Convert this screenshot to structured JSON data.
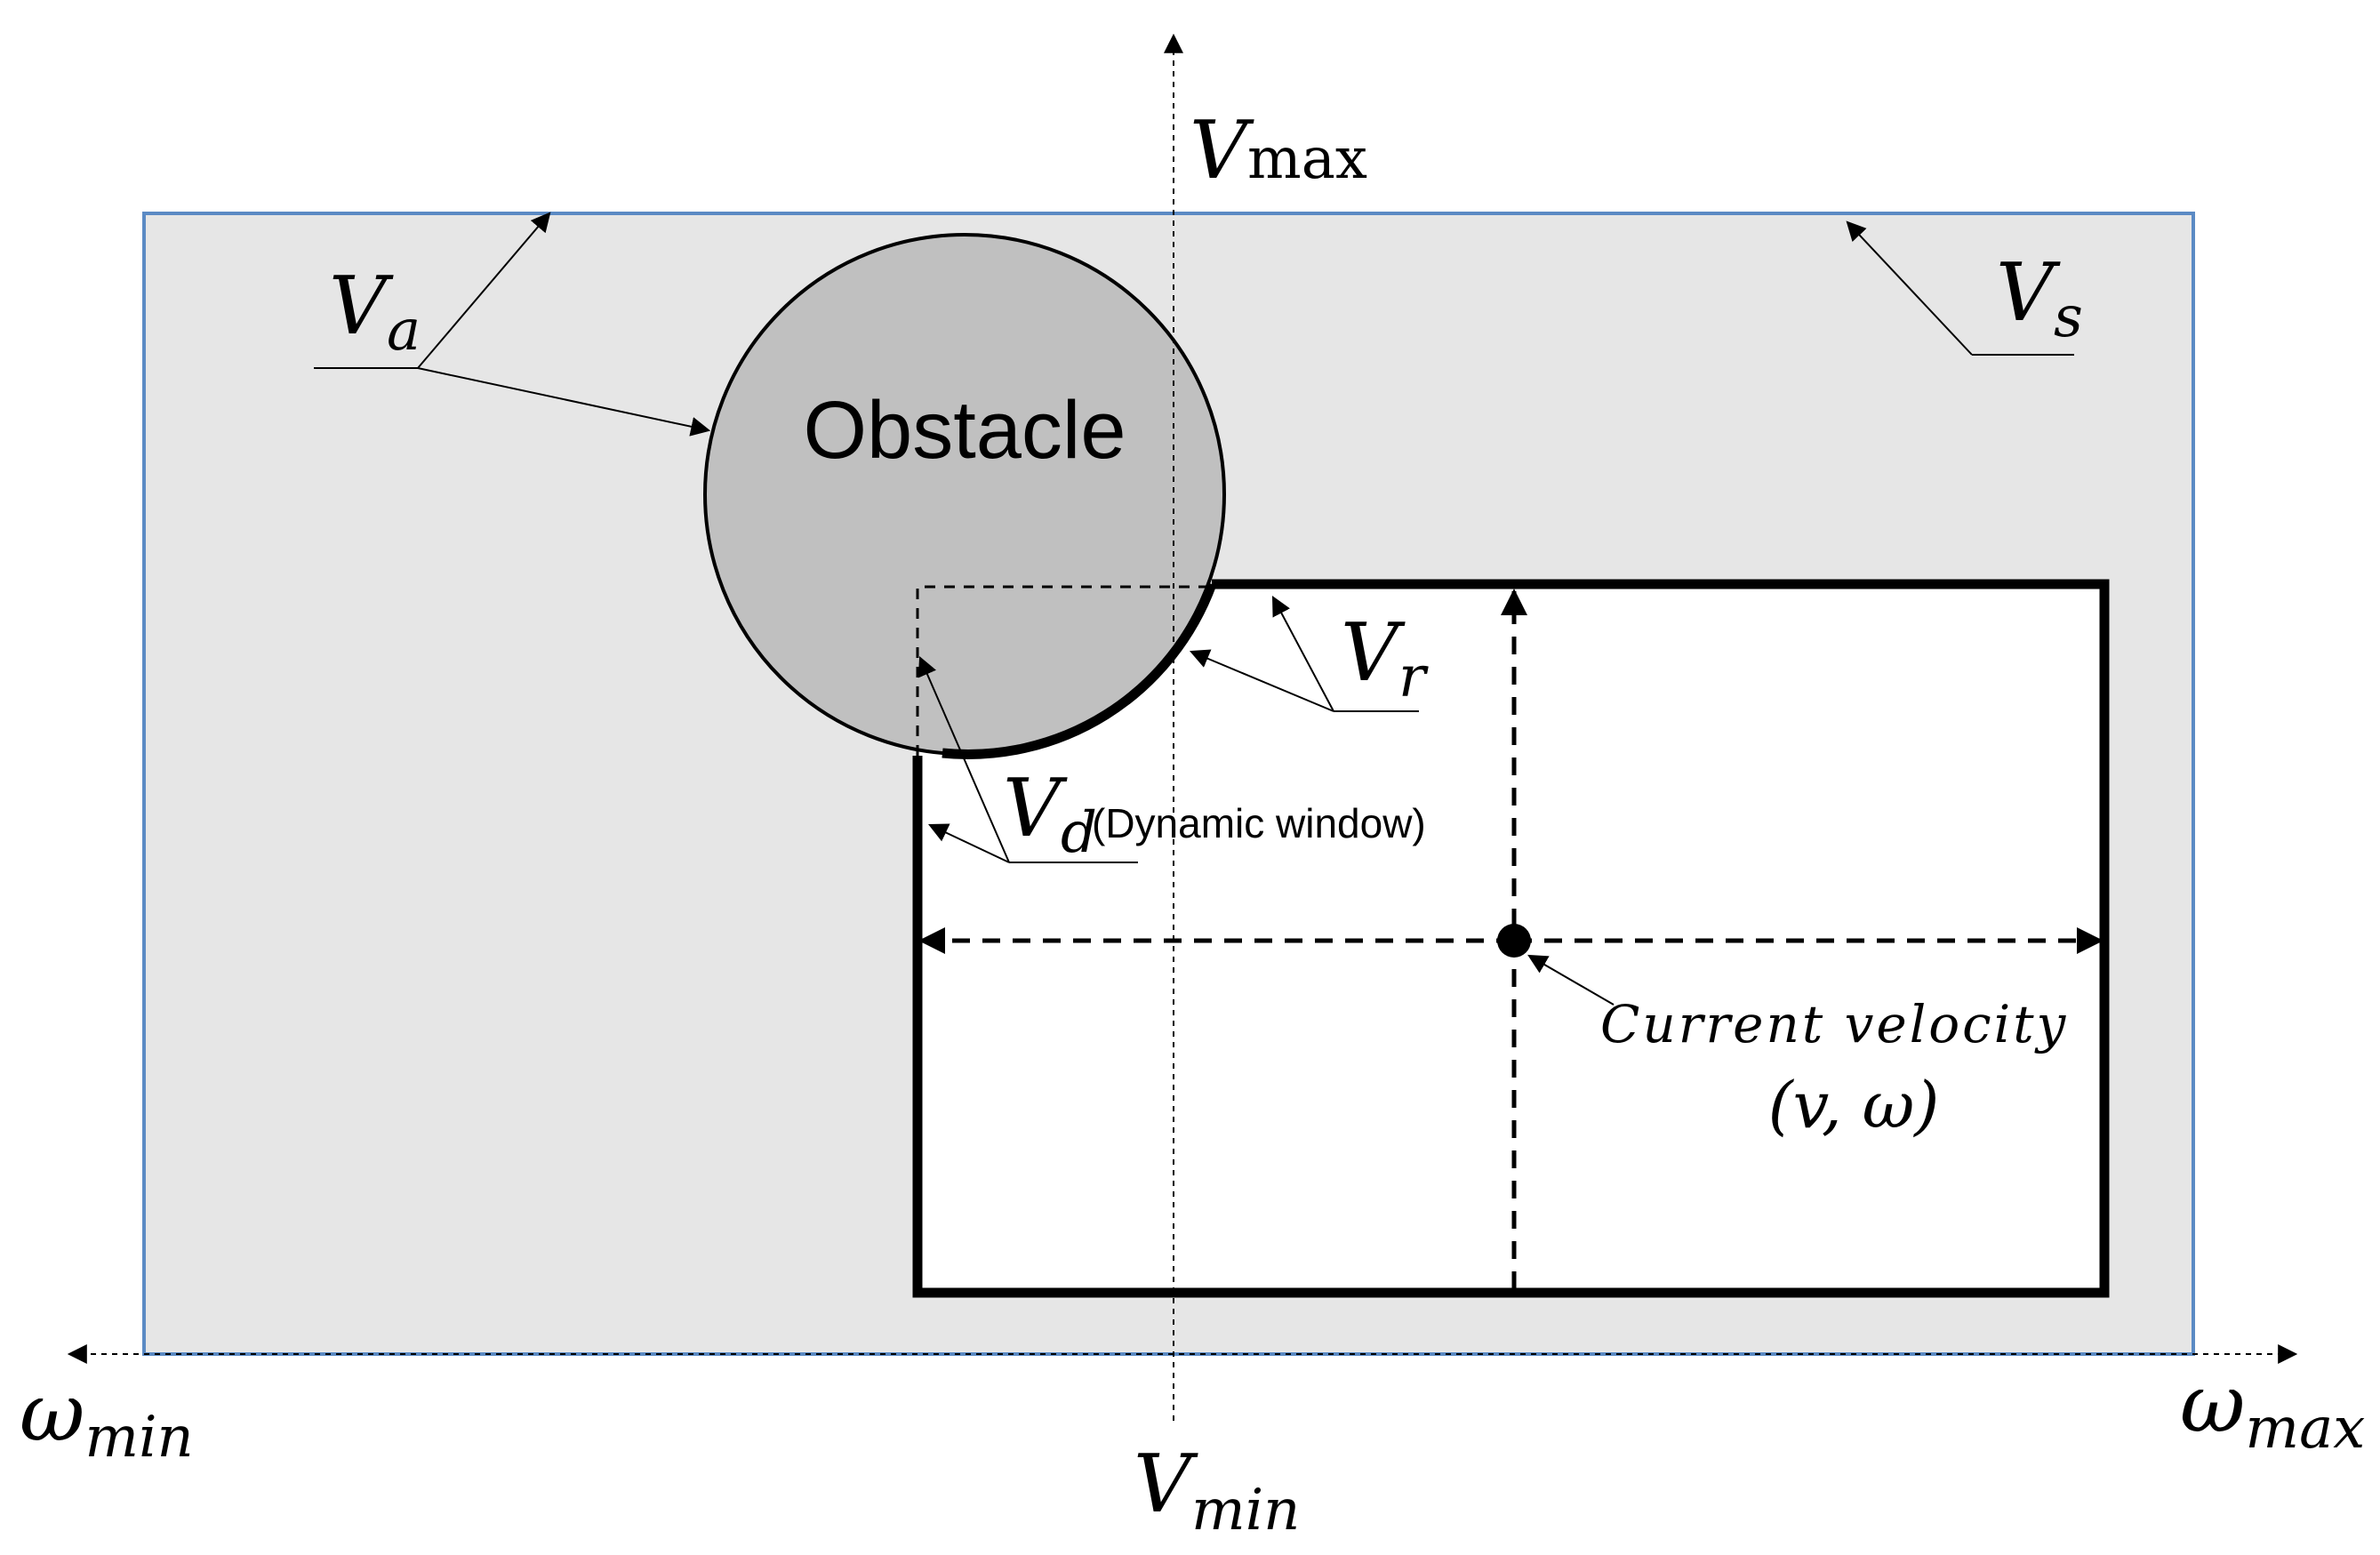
{
  "labels": {
    "v_max": {
      "main": "V",
      "sub": "max"
    },
    "v_min": {
      "main": "V",
      "sub": "min"
    },
    "omega_min": {
      "main": "ω",
      "sub": "min"
    },
    "omega_max": {
      "main": "ω",
      "sub": "max"
    },
    "v_a": {
      "main": "V",
      "sub": "a"
    },
    "v_s": {
      "main": "V",
      "sub": "s"
    },
    "v_r": {
      "main": "V",
      "sub": "r"
    },
    "v_d": {
      "main": "V",
      "sub": "d",
      "note": "(Dynamic window)"
    },
    "obstacle": "Obstacle",
    "current_velocity": "Current velocity",
    "current_velocity_tuple": "(v, ω)"
  },
  "colors": {
    "search_space_fill": "#e6e6e6",
    "search_space_border": "#5b8ac4",
    "obstacle_fill": "#c0c0c0",
    "dynamic_window_fill": "#ffffff",
    "line": "#000000"
  }
}
